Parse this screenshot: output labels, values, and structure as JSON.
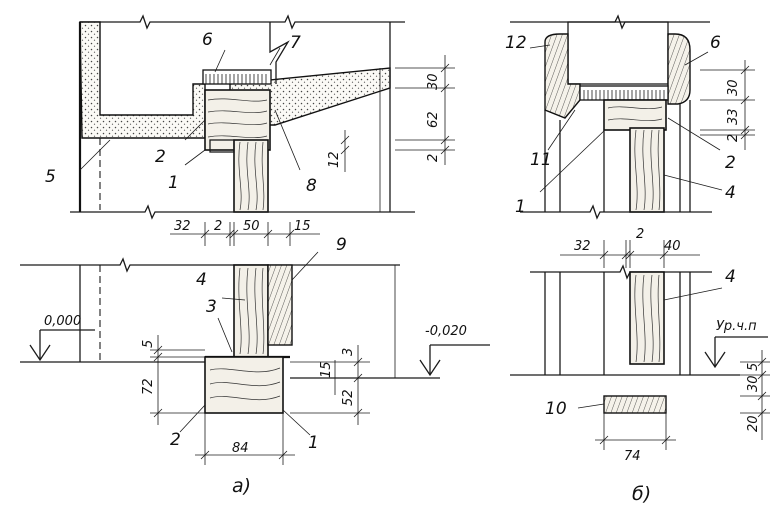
{
  "labels": {
    "a": {
      "c6": "6",
      "c7": "7",
      "c5": "5",
      "c2top": "2",
      "c1top": "1",
      "c8": "8",
      "c9": "9",
      "c4": "4",
      "c3": "3",
      "c2bot": "2",
      "c1bot": "1",
      "mark_zero": "0,000",
      "mark_neg": "-0,020"
    },
    "b": {
      "c12": "12",
      "c6": "6",
      "c11": "11",
      "c2": "2",
      "c1": "1",
      "c4top": "4",
      "c4bot": "4",
      "c10": "10",
      "mark_ur": "Ур.ч.п"
    }
  },
  "dimensions": {
    "a": {
      "d30": "30",
      "d62": "62",
      "d2top": "2",
      "d12": "12",
      "d32": "32",
      "d2mid": "2",
      "d50": "50",
      "d15": "15",
      "d5": "5",
      "d72": "72",
      "d3": "3",
      "d15b": "15",
      "d52": "52",
      "d84": "84"
    },
    "b": {
      "d30": "30",
      "d33": "33",
      "d2": "2",
      "d32": "32",
      "d2mid": "2",
      "d40": "40",
      "d5": "5",
      "d30b": "30",
      "d20": "20",
      "d74": "74"
    }
  },
  "captions": {
    "a": "а)",
    "b": "б)"
  }
}
